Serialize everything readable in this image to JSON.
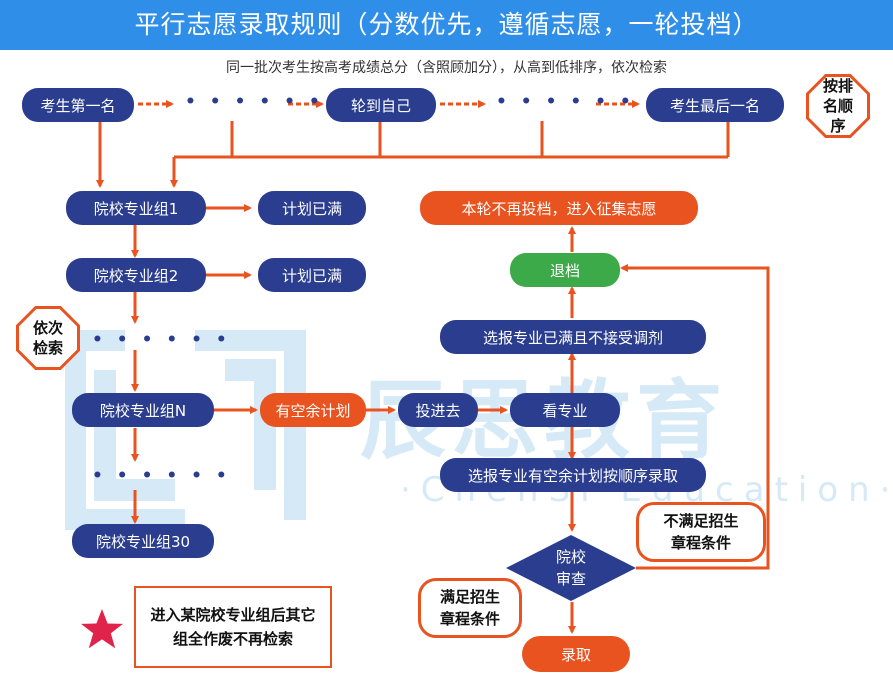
{
  "header": {
    "title": "平行志愿录取规则（分数优先，遵循志愿，一轮投档）"
  },
  "subtitle": "同一批次考生按高考成绩总分（含照顾加分），从高到低排序，依次检索",
  "rank_row": {
    "first": "考生第一名",
    "self": "轮到自己",
    "last": "考生最后一名",
    "ellipsis": "• • •   • • •"
  },
  "rank_label": "按排名顺序",
  "search_label": "依次检索",
  "groups": {
    "g1": "院校专业组1",
    "g2": "院校专业组2",
    "gN": "院校专业组N",
    "g30": "院校专业组30",
    "ellipsis": "• • •   • • •"
  },
  "plan_full": "计划已满",
  "has_plan": "有空余计划",
  "submit": "投进去",
  "look_major": "看专业",
  "major_full_no_adjust": "选报专业已满且不接受调剂",
  "admit_in_order": "选报专业有空余计划按顺序录取",
  "review": "院校审查",
  "withdraw": "退档",
  "no_more_round": "本轮不再投档，进入征集志愿",
  "admitted": "录取",
  "meets": "满足招生章程条件",
  "fails": "不满足招生章程条件",
  "note": "进入某院校专业组后其它组全作废不再检索",
  "watermark": {
    "name": "辰思教育",
    "english": "·ChenSi Education·"
  },
  "colors": {
    "header": "#2f8fe8",
    "node_blue": "#2a3d8f",
    "accent_orange": "#e8531f",
    "withdraw_green": "#3daa4a",
    "watermark": "#d6e9f7"
  }
}
